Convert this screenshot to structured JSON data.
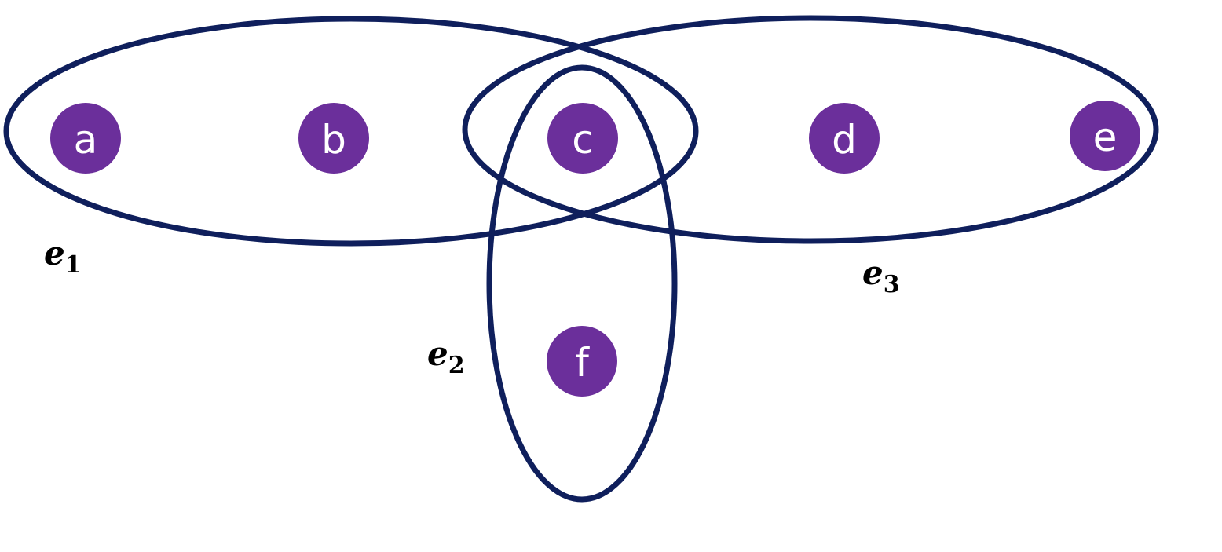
{
  "colors": {
    "hyperedge_stroke": "#0f1f5c",
    "node_fill": "#6b2f9b",
    "node_text": "#ffffff",
    "label_text": "#000000",
    "background": "#ffffff"
  },
  "nodes": [
    {
      "id": "a",
      "label": "a"
    },
    {
      "id": "b",
      "label": "b"
    },
    {
      "id": "c",
      "label": "c"
    },
    {
      "id": "d",
      "label": "d"
    },
    {
      "id": "e",
      "label": "e"
    },
    {
      "id": "f",
      "label": "f"
    }
  ],
  "hyperedges": [
    {
      "id": "e1",
      "letter": "e",
      "subscript": "1",
      "members": [
        "a",
        "b",
        "c"
      ]
    },
    {
      "id": "e2",
      "letter": "e",
      "subscript": "2",
      "members": [
        "c",
        "f"
      ]
    },
    {
      "id": "e3",
      "letter": "e",
      "subscript": "3",
      "members": [
        "c",
        "d",
        "e"
      ]
    }
  ]
}
